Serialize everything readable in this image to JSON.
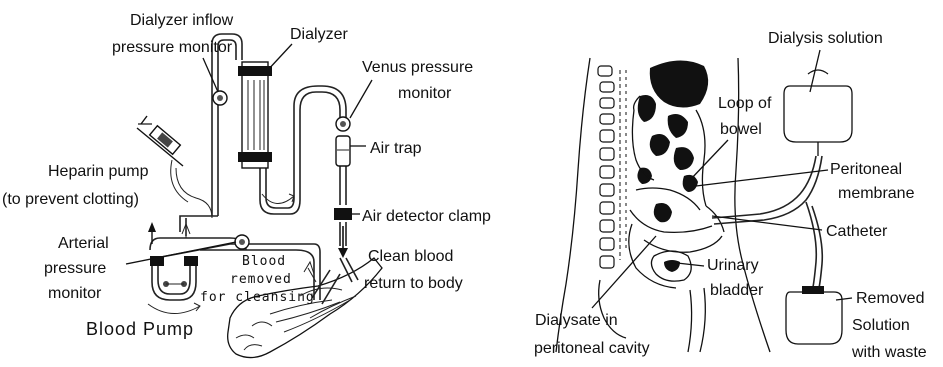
{
  "labels": {
    "dialyzer_inflow": [
      "Dialyzer inflow",
      "pressure monitor"
    ],
    "dialyzer": "Dialyzer",
    "venus_monitor": [
      "Venus pressure",
      "monitor"
    ],
    "air_trap": "Air trap",
    "heparin_pump": [
      "Heparin pump",
      "(to prevent clotting)"
    ],
    "air_detector": "Air detector clamp",
    "arterial_monitor": [
      "Arterial",
      "pressure",
      "monitor"
    ],
    "blood_removed": [
      "Blood",
      "removed",
      "for cleansing"
    ],
    "clean_blood": [
      "Clean blood",
      "return to body"
    ],
    "blood_pump": "Blood  Pump",
    "dialysis_solution": "Dialysis solution",
    "loop_of_bowel": [
      "Loop of",
      "bowel"
    ],
    "peritoneal_membrane": [
      "Peritoneal",
      "membrane"
    ],
    "catheter": "Catheter",
    "urinary_bladder": [
      "Urinary",
      "bladder"
    ],
    "dialysate": [
      "Dialysate in",
      "peritoneal cavity"
    ],
    "removed_solution": [
      "Removed",
      "Solution",
      "with waste"
    ]
  }
}
